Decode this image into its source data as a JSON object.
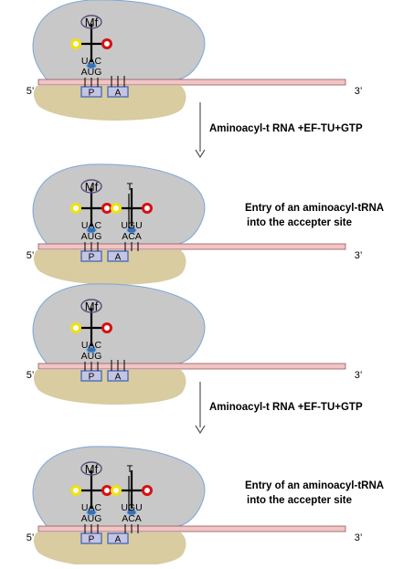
{
  "panels": [
    {
      "incoming": false,
      "end5": "5’",
      "end3": "3’",
      "p_site": "P",
      "a_site": "A",
      "fmet": "Mf",
      "p_anticodon": "UAC",
      "p_codon": "AUG",
      "a_amino": "",
      "a_anticodon": "",
      "a_codon": ""
    },
    {
      "incoming": true,
      "end5": "5’",
      "end3": "3’",
      "p_site": "P",
      "a_site": "A",
      "fmet": "Mf",
      "p_anticodon": "UAC",
      "p_codon": "AUG",
      "a_amino": "T",
      "a_anticodon": "UGU",
      "a_codon": "ACA"
    },
    {
      "incoming": false,
      "end5": "5’",
      "end3": "3’",
      "p_site": "P",
      "a_site": "A",
      "fmet": "Mf",
      "p_anticodon": "UAC",
      "p_codon": "AUG",
      "a_amino": "",
      "a_anticodon": "",
      "a_codon": ""
    },
    {
      "incoming": true,
      "end5": "5’",
      "end3": "3’",
      "p_site": "P",
      "a_site": "A",
      "fmet": "Mf",
      "p_anticodon": "UAC",
      "p_codon": "AUG",
      "a_amino": "T",
      "a_anticodon": "UGU",
      "a_codon": "ACA"
    }
  ],
  "steps": [
    {
      "arrow_label": "Aminoacyl-t RNA +EF-TU+GTP"
    },
    {
      "arrow_label": "Aminoacyl-t RNA +EF-TU+GTP"
    }
  ],
  "entry_notes": [
    {
      "line1": "Entry of an aminoacyl-tRNA",
      "line2": "into the accepter site"
    },
    {
      "line1": "Entry of an aminoacyl-tRNA",
      "line2": "into the accepter site"
    }
  ],
  "colors": {
    "large_subunit": "#c8c8c8",
    "large_subunit_outline": "#7da6d8",
    "small_subunit": "#d8cca0",
    "mrna": "#f3c4c4",
    "mrna_outline": "#8c5a5a",
    "site_box": "#c4c4e4",
    "site_box_outline": "#4f6fb0",
    "yellow_knob": "#f0e010",
    "red_knob": "#d81010",
    "blue_knob": "#3a6fb0",
    "ink": "#000000"
  }
}
